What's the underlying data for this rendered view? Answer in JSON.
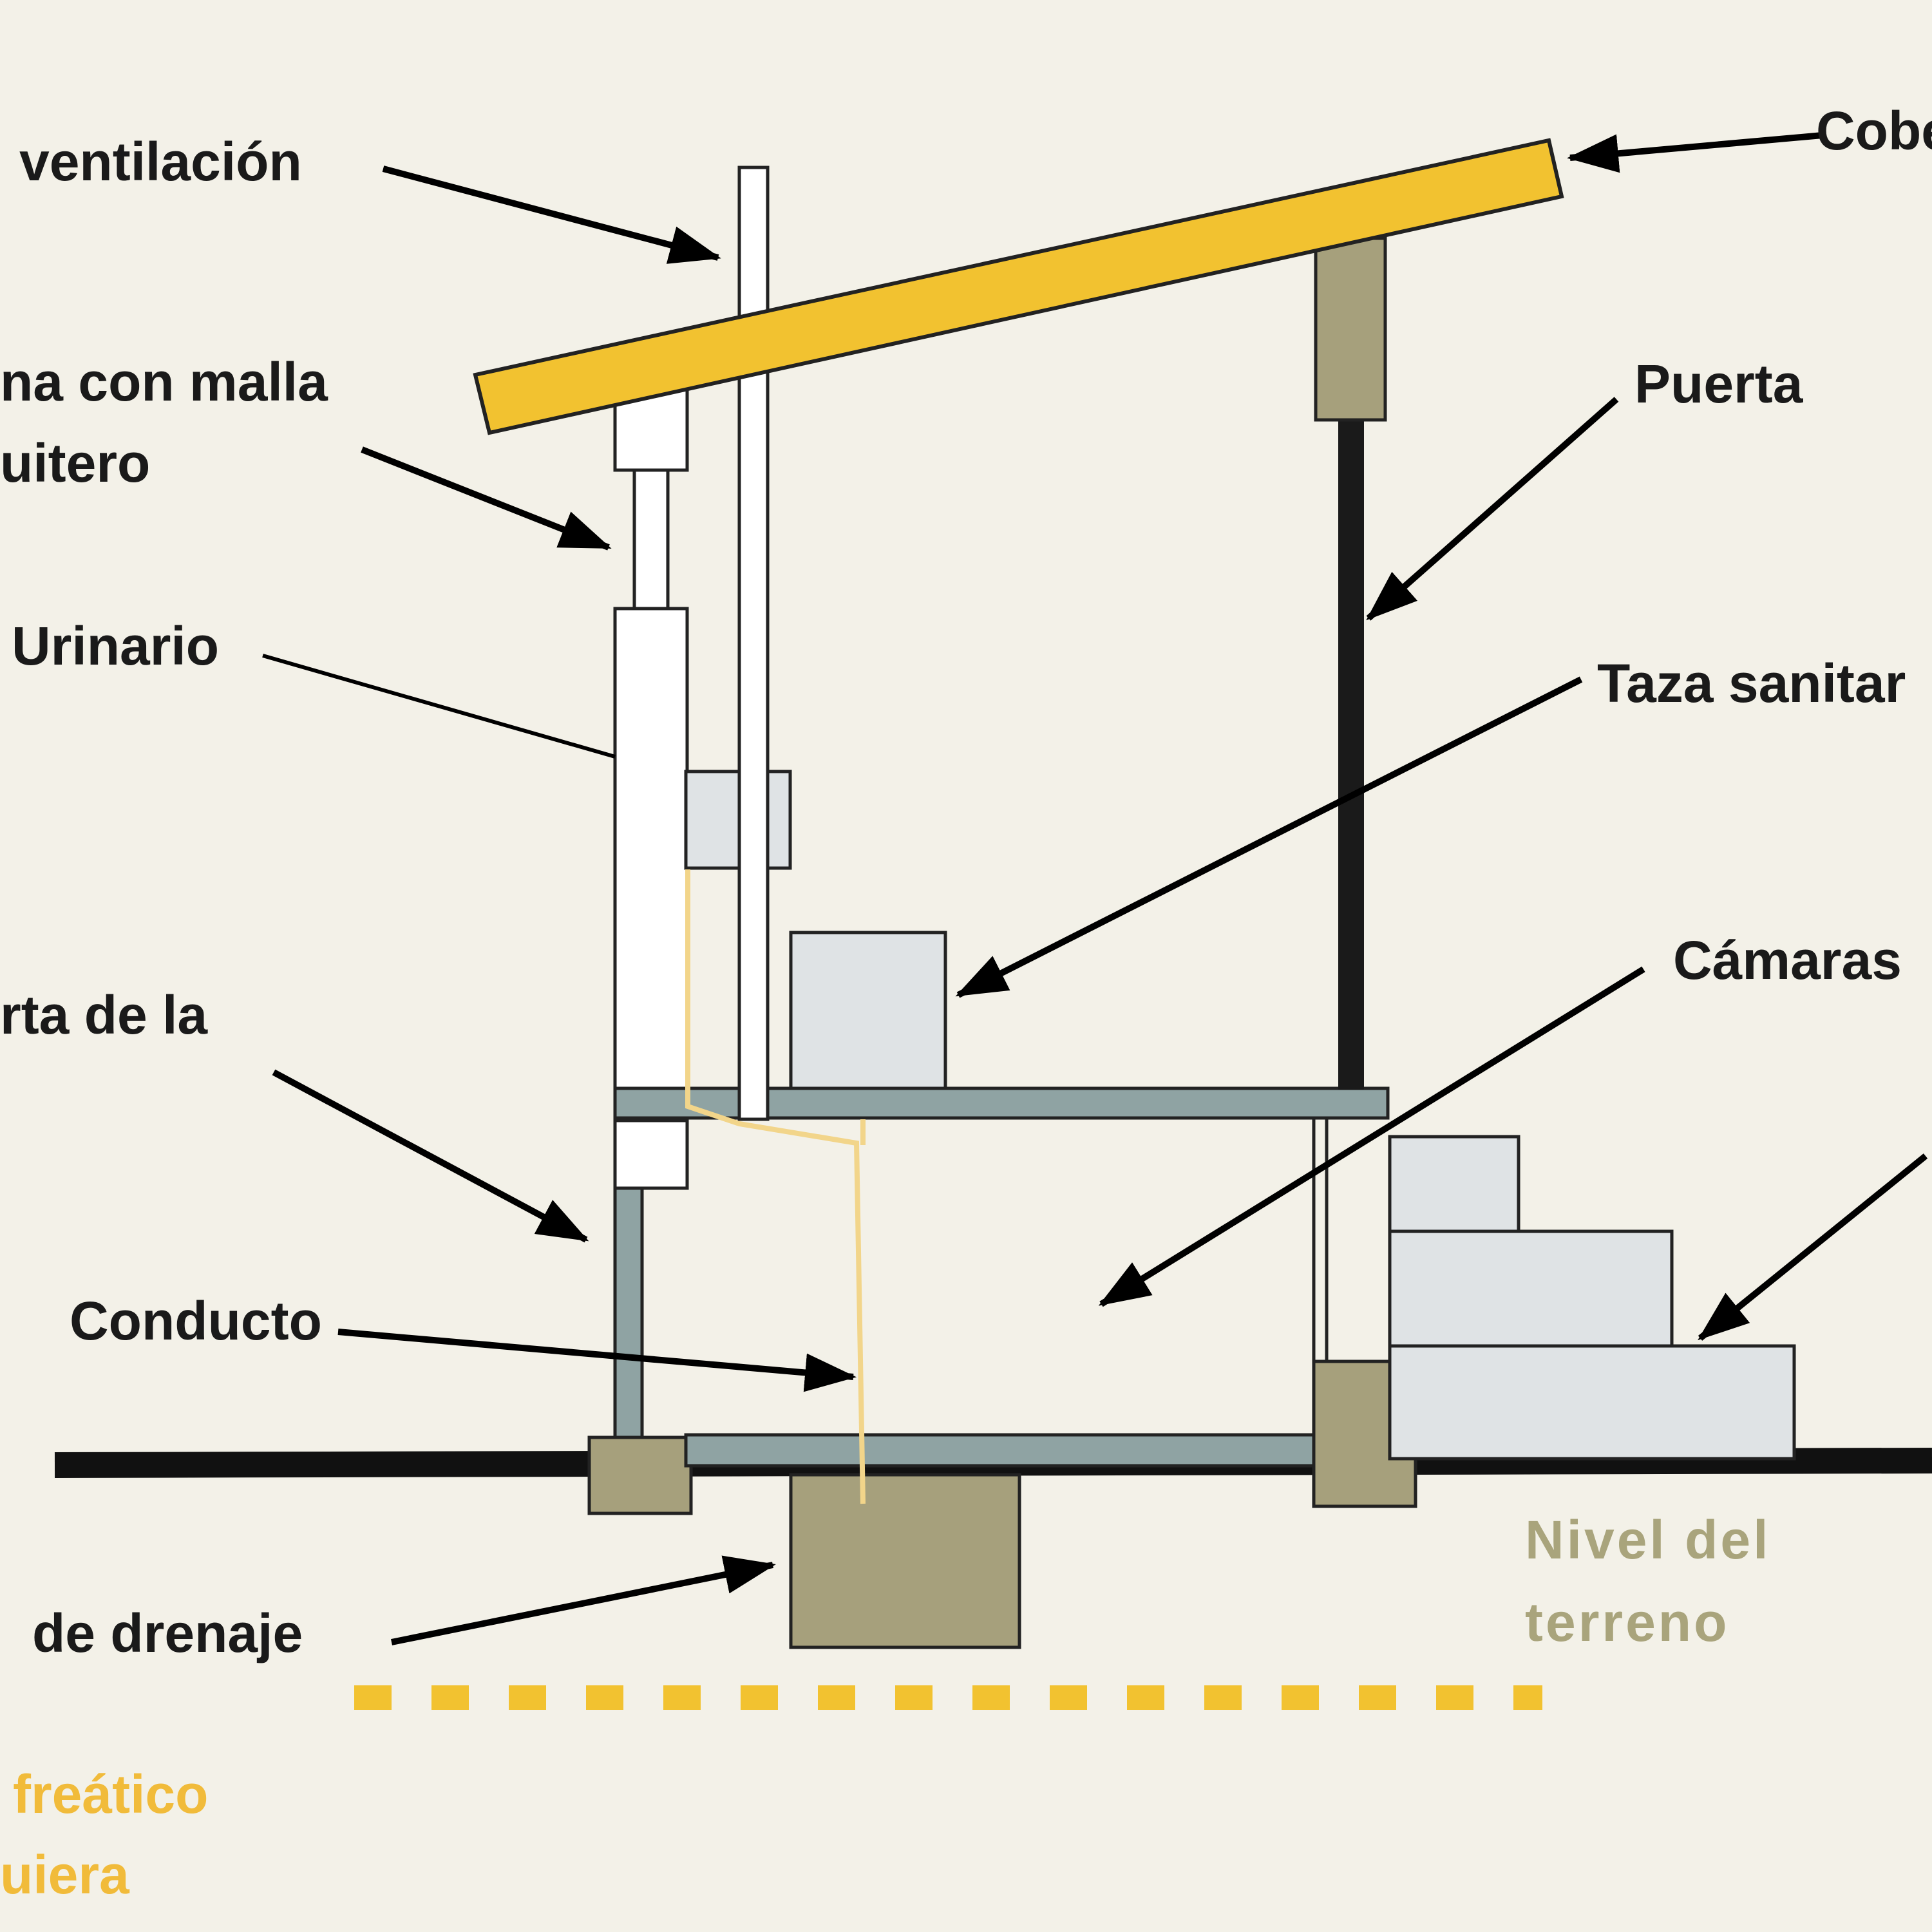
{
  "labels": {
    "ventilacion": "ventilación",
    "cobertura": "Cobe",
    "ventana_line1": "na con malla",
    "ventana_line2": "uitero",
    "puerta": "Puerta",
    "urinario": "Urinario",
    "taza_sanitaria": "Taza sanitar",
    "camaras": "Cámaras",
    "compuerta": "rta de la",
    "conducto": "Conducto",
    "drenaje": "de drenaje",
    "nivel_terreno_line1": "Nivel del",
    "nivel_terreno_line2": "terreno",
    "freatico_line1": "freático",
    "freatico_line2": "uiera"
  },
  "colors": {
    "background": "#f3f1e8",
    "roof": "#f2c230",
    "wall_fill": "#ffffff",
    "floor": "#8fa3a3",
    "foundation": "#a6a07c",
    "step": "#dfe3e5",
    "pipe": "#f2d58a",
    "ground_line": "#111111",
    "water_table": "#f2c230"
  }
}
